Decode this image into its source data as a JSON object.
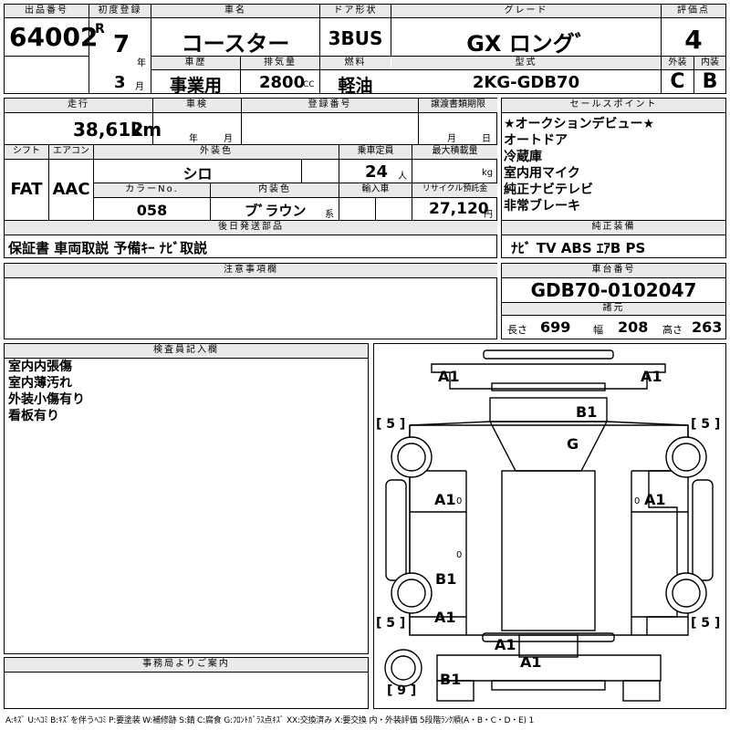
{
  "header": {
    "lot_label": "出品番号",
    "lot_no": "64002",
    "first_reg_label": "初度登録",
    "era": "R",
    "year": "7",
    "year_unit": "年",
    "month": "3",
    "month_unit": "月",
    "car_name_label": "車名",
    "car_name": "コースター",
    "door_label": "ドア形状",
    "door": "3BUS",
    "grade_label": "グレード",
    "grade": "GX ロングﾞ",
    "score_label": "評価点",
    "score": "4",
    "history_label": "車歴",
    "history": "事業用",
    "displacement_label": "排気量",
    "displacement": "2800",
    "displacement_unit": "CC",
    "fuel_label": "燃料",
    "fuel": "軽油",
    "model_label": "型式",
    "model": "2KG-GDB70",
    "exterior_label": "外装",
    "exterior_grade": "C",
    "interior_label": "内装",
    "interior_grade": "B"
  },
  "info": {
    "mileage_label": "走行",
    "mileage": "38,612",
    "mileage_unit": "km",
    "inspection_label": "車検",
    "insp_year_unit": "年",
    "insp_month_unit": "月",
    "reg_no_label": "登録番号",
    "deadline_label": "譲渡書類期限",
    "deadline_month_unit": "月",
    "deadline_day_unit": "日",
    "shift_label": "シフト",
    "shift": "FAT",
    "ac_label": "エアコン",
    "ac": "AAC",
    "ext_color_label": "外装色",
    "ext_color": "シロ",
    "capacity_label": "乗車定員",
    "capacity": "24",
    "capacity_unit": "人",
    "max_load_label": "最大積載量",
    "max_load_unit": "kg",
    "color_no_label": "カラーNo.",
    "color_no": "058",
    "int_color_label": "内装色",
    "int_color": "ブﾞラウン",
    "int_color_unit": "系",
    "import_label": "輸入車",
    "recycle_label": "リサイクル預託金",
    "recycle": "27,120",
    "recycle_unit": "円",
    "later_label": "後日発送部品",
    "later_items": "保証書 車両取説 予備ｷｰ ﾅﾋﾞ取説",
    "notes_label": "注意事項欄"
  },
  "sales": {
    "label": "セールスポイント",
    "items": [
      "★オークションデビュー★",
      "オートドア",
      "冷蔵庫",
      "室内用マイク",
      "純正ナビテレビ",
      "非常ブレーキ"
    ]
  },
  "equipment": {
    "label": "純正装備",
    "items": "ﾅﾋﾞ TV ABS ｴｱB PS"
  },
  "chassis": {
    "label": "車台番号",
    "number": "GDB70-0102047"
  },
  "specs": {
    "label": "諸元",
    "length_label": "長さ",
    "length": "699",
    "width_label": "幅",
    "width": "208",
    "height_label": "高さ",
    "height": "263"
  },
  "inspector": {
    "label": "検査員記入欄",
    "lines": [
      "室内内張傷",
      "室内薄汚れ",
      "外装小傷有り",
      "看板有り"
    ]
  },
  "office": {
    "label": "事務局よりご案内"
  },
  "diagram": {
    "marks": {
      "a1_tl": "A1",
      "a1_tr": "A1",
      "b1_top": "B1",
      "g": "G",
      "a1_ml": "A1",
      "a1_mr": "A1",
      "b1_ml": "B1",
      "a1_bl": "A1",
      "a1_rear": "A1",
      "a1_rear2": "A1",
      "b1_rear": "B1"
    },
    "tire_l_top": "[ 5 ]",
    "tire_r_top": "[ 5 ]",
    "tire_l_bot": "[ 5 ]",
    "tire_r_bot": "[ 5 ]",
    "spare": "[ 9 ]",
    "zero_l": "0",
    "zero_r": "0",
    "zero_l2": "0"
  },
  "legend": "A:ｷｽﾞ U:ﾍｺﾐ B:ｷｽﾞを伴うﾍｺﾐ P:要塗装 W:補修跡 S:錆 C:腐食 G:ﾌﾛﾝﾄｶﾞﾗｽ点ｷｽﾞ XX:交換済み X:要交換 内・外装評価 5段階ﾗﾝｸ順(A・B・C・D・E) 1"
}
